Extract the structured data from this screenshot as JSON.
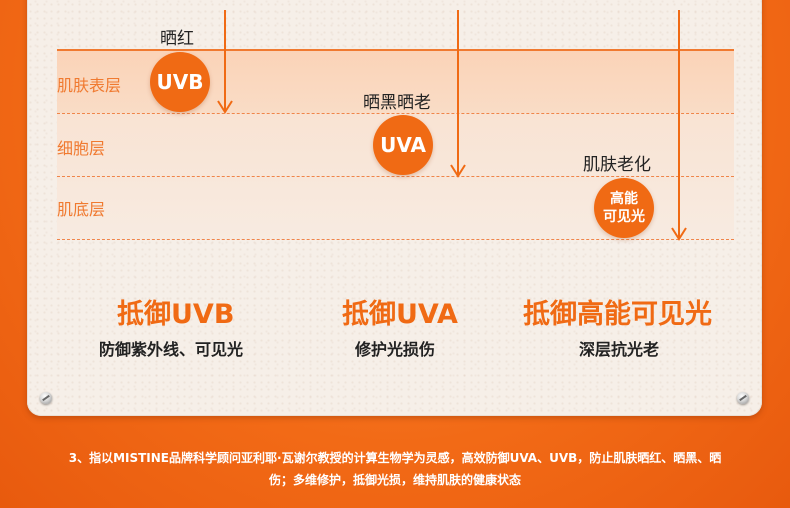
{
  "layers": [
    {
      "label": "肌肤表层"
    },
    {
      "label": "细胞层"
    },
    {
      "label": "肌底层"
    }
  ],
  "rays": [
    {
      "effect": "晒红",
      "name": "UVB"
    },
    {
      "effect": "晒黑晒老",
      "name": "UVA"
    },
    {
      "effect": "肌肤老化",
      "name_line1": "高能",
      "name_line2": "可见光"
    }
  ],
  "protections": [
    {
      "title": "抵御UVB",
      "subtitle": "防御紫外线、可见光"
    },
    {
      "title": "抵御UVA",
      "subtitle": "修护光损伤"
    },
    {
      "title": "抵御高能可见光",
      "subtitle": "深层抗光老"
    }
  ],
  "footnote": {
    "line1": "3、指以MISTINE品牌科学顾问亚利耶·瓦谢尔教授的计算生物学为灵感，高效防御UVA、UVB，防止肌肤晒红、晒黑、晒",
    "line2": "伤；多维修护，抵御光损，维持肌肤的健康状态"
  },
  "colors": {
    "accent": "#f06a14",
    "background": "#f26a16",
    "card": "#f6efe8",
    "text": "#222222"
  }
}
